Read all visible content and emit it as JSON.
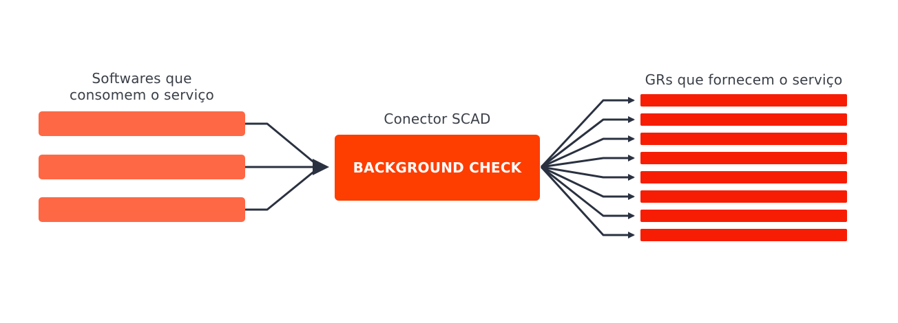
{
  "colors": {
    "consumer": "#fe6845",
    "connector": "#fe3d00",
    "provider": "#f71d05",
    "wire": "#2a3140",
    "label": "#3a3f47"
  },
  "left": {
    "title": "Softwares que\nconsomem o serviço",
    "boxes": [
      "",
      "",
      ""
    ]
  },
  "center": {
    "title": "Conector SCAD",
    "box_label": "BACKGROUND CHECK"
  },
  "right": {
    "title": "GRs que fornecem o serviço",
    "bars": [
      "",
      "",
      "",
      "",
      "",
      "",
      "",
      ""
    ]
  }
}
